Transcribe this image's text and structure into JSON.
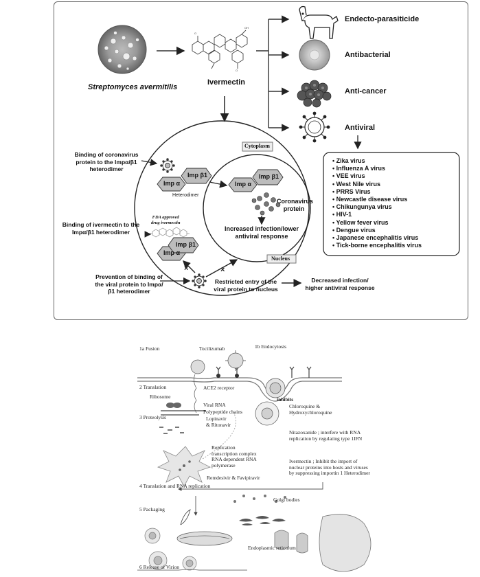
{
  "top": {
    "source_organism": "Streptomyces avermitilis",
    "drug": "Ivermectin",
    "uses": [
      "Endecto-parasiticide",
      "Antibacterial",
      "Anti-cancer",
      "Antiviral"
    ],
    "viruses": [
      "Zika virus",
      "Influenza A virus",
      "VEE virus",
      "West Nile virus",
      "PRRS Virus",
      "Newcastle disease virus",
      "Chikungunya virus",
      "HIV-1",
      "Yellow fever virus",
      "Dengue virus",
      "Japanese encephalitis virus",
      "Tick-borne encephalitis virus"
    ],
    "cytoplasm": "Cytoplasm",
    "nucleus": "Nucleus",
    "imp_a": "Imp α",
    "imp_b": "Imp β1",
    "heterodimer": "Heterodimer",
    "label_binding_corona": "Binding of coronavirus protein to the Impα/β1 heterodimer",
    "label_binding_iver": "Binding of ivermectin to the Impα/β1 heterodimer",
    "label_fda_line1": "FDA approved",
    "label_fda_line2": "drug ivermectin",
    "label_prevention": "Prevention of binding of the viral protein to Impα/β1 heterodimer",
    "label_restricted": "Restricted entry of the viral protein to nucleus",
    "label_decreased": "Decreased infection/ higher antiviral response",
    "label_corona_protein": "Coronavirus protein",
    "label_increased": "Increased infection/lower antiviral response"
  },
  "bottom": {
    "fusion": "1a Fusion",
    "tocilizumab": "Tocilizumab",
    "endocytosis": "1b Endocytosis",
    "translation": "2 Translation",
    "ace2": "ACE2 receptor",
    "ribosome": "Ribosome",
    "viral_rna": "Viral RNA",
    "polypeptide": "Polypeptide chains",
    "inhibits": "inhibits",
    "chloroquine_1": "Chloroquine &",
    "chloroquine_2": "Hydroxychloroquine",
    "proteolysis": "3 Proteolysis",
    "lopinavir_1": "Lopinavir",
    "lopinavir_2": "& Ritonavir",
    "nitazoxanide": "Nitazoxanide ; interfere with RNA replication by regulating type 1IFN",
    "replication_1": "Replication",
    "replication_2": "transcription complex",
    "replication_3": "RNA dependent RNA",
    "replication_4": "polymerase",
    "remdesivir": "Remdesivir & Favipiravir",
    "ivermectin_note": "Ivermectin ; Inhibit the import of nuclear proteins into hosts and viruses by suppressing importin 1 Heterodimer",
    "translation_rna": "4 Translation and RNA replication",
    "golgi": "Golgi bodies",
    "packaging": "5 Packaging",
    "er": "Endoplasmic reticulum",
    "release": "6 Release of Virion"
  }
}
